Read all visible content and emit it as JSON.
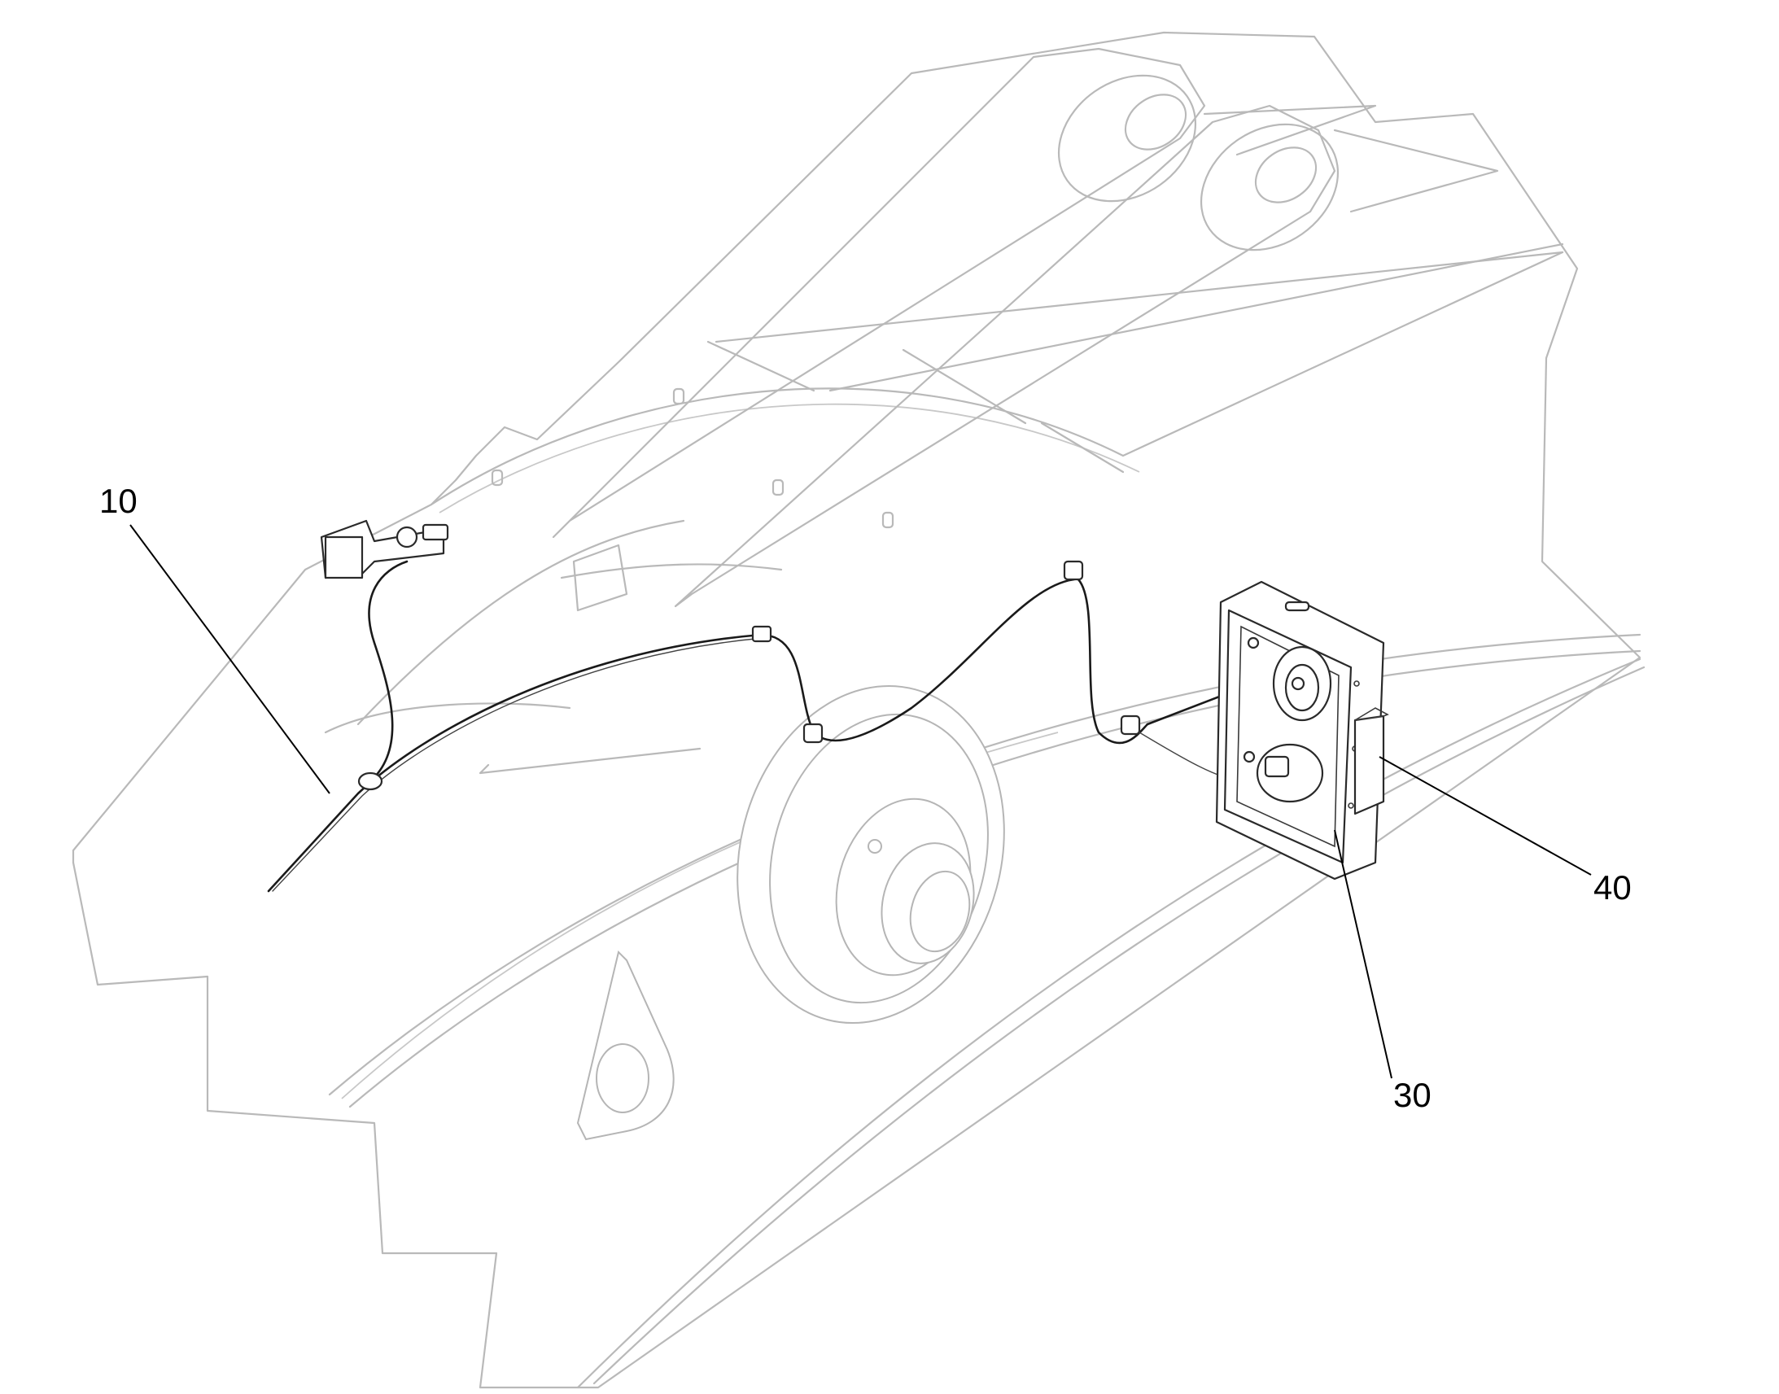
{
  "callouts": {
    "c10": "10",
    "c30": "30",
    "c40": "40"
  },
  "colors": {
    "frame": "#b9b9b9",
    "part": "#2a2a2a",
    "background": "#ffffff"
  }
}
